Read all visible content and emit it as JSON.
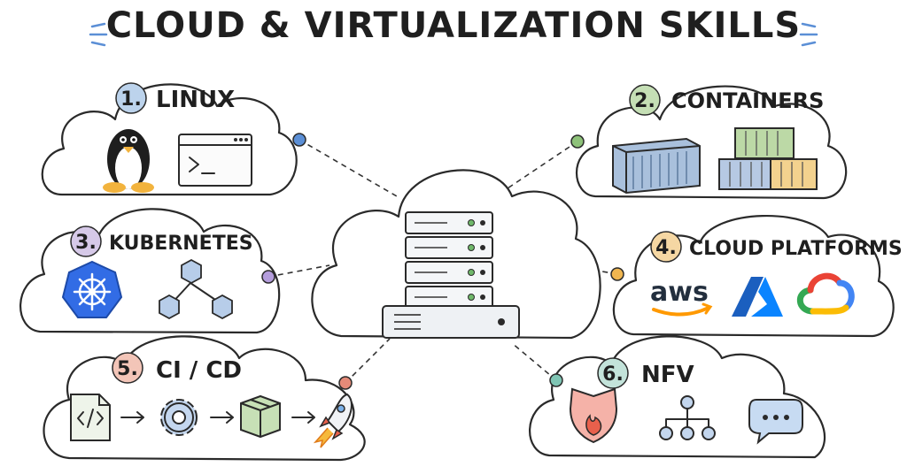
{
  "title": "CLOUD & VIRTUALIZATION SKILLS",
  "skills": [
    {
      "number": "1.",
      "label": "LINUX",
      "color": "#bcd3ec"
    },
    {
      "number": "2.",
      "label": "CONTAINERS",
      "color": "#c5dfb5"
    },
    {
      "number": "3.",
      "label": "KUBERNETES",
      "color": "#d6c9e8"
    },
    {
      "number": "4.",
      "label": "CLOUD PLATFORMS",
      "color": "#f5d7a3"
    },
    {
      "number": "5.",
      "label": "CI / CD",
      "color": "#f3c5b8"
    },
    {
      "number": "6.",
      "label": "NFV",
      "color": "#c3e3da"
    }
  ],
  "logos": {
    "aws": "aws"
  },
  "icons": [
    "tux-penguin-icon",
    "terminal-window-icon",
    "shipping-container-icon",
    "stacked-containers-icon",
    "kubernetes-helm-icon",
    "cube-network-icon",
    "aws-logo",
    "azure-logo",
    "google-cloud-logo",
    "code-file-icon",
    "gear-icon",
    "package-box-icon",
    "rocket-icon",
    "firewall-shield-icon",
    "network-tree-icon",
    "chat-bubble-icon",
    "server-stack-icon"
  ],
  "colors": {
    "linux_dot": "#5b8fd6",
    "containers_dot": "#8ec27a",
    "kubernetes_dot": "#b49ddc",
    "cloud_dot": "#f0b650",
    "cicd_dot": "#e58a78",
    "nfv_dot": "#7fc5b4",
    "k8s_blue": "#326ce5",
    "aws_orange": "#ff9900",
    "azure_blue": "#0a6fd6"
  }
}
